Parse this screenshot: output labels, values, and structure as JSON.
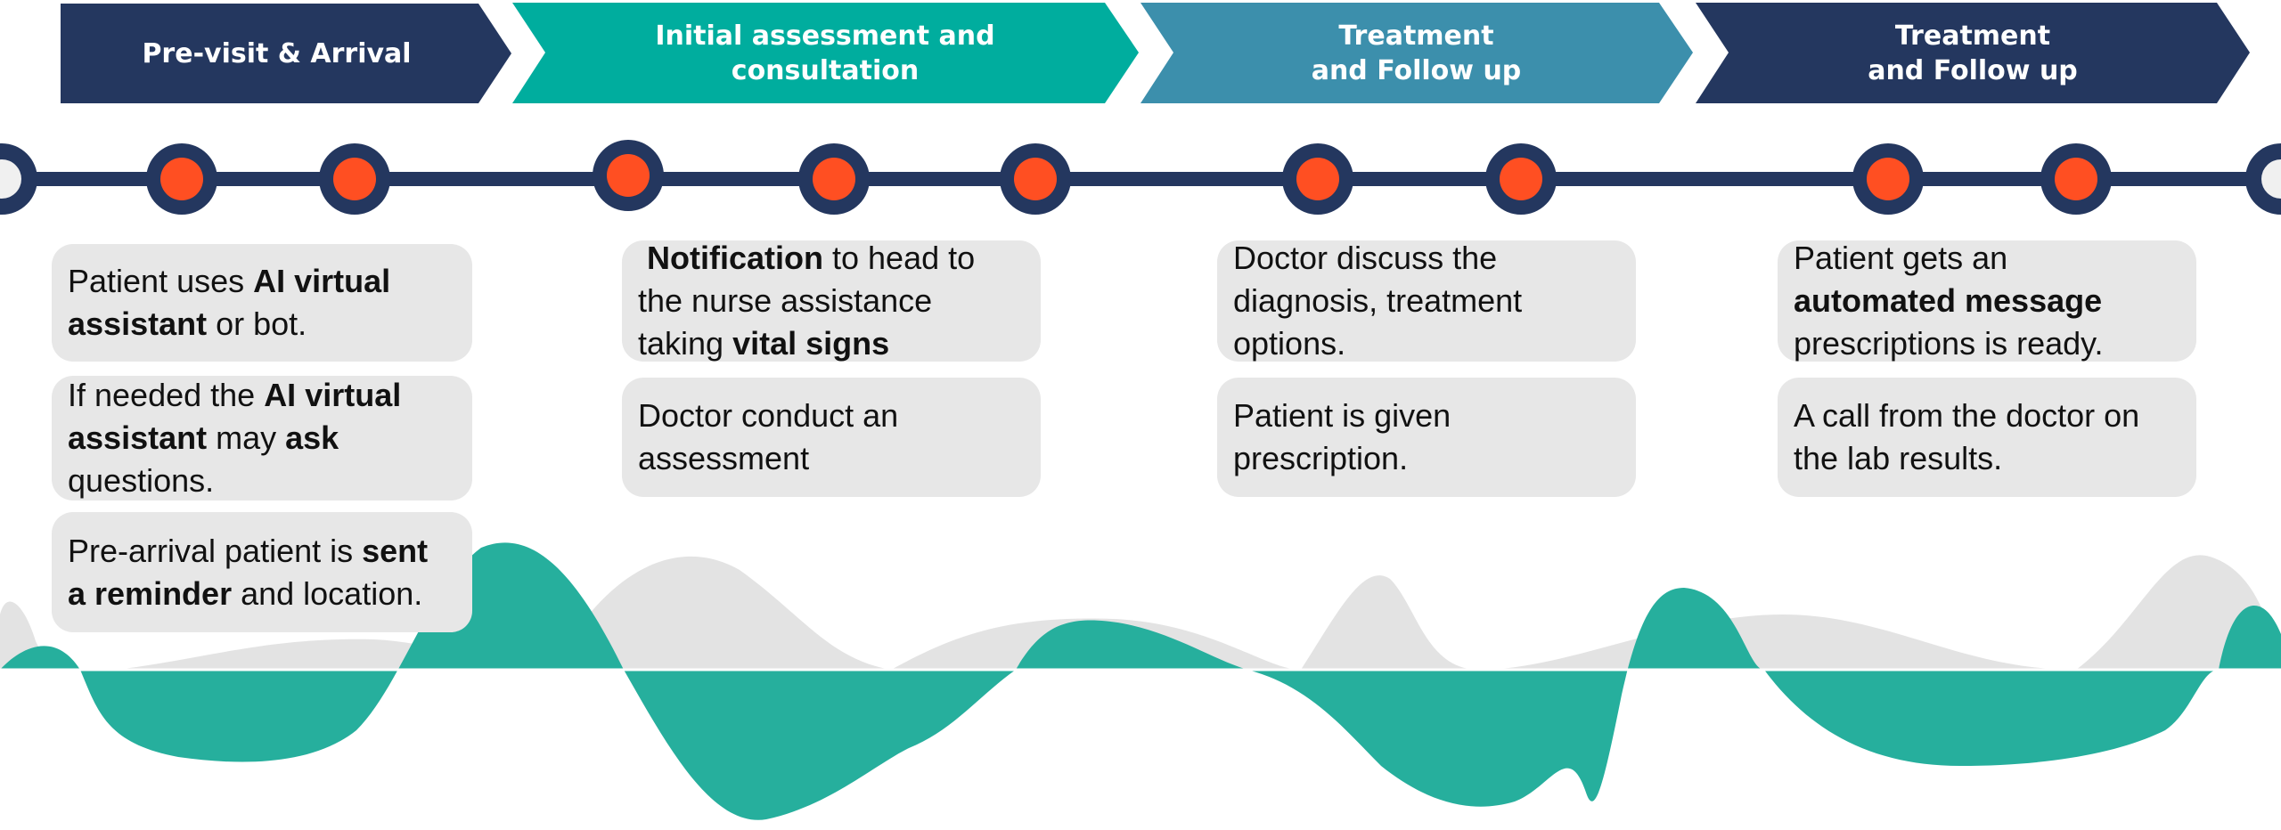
{
  "colors": {
    "navy": "#24375f",
    "teal": "#00ad9e",
    "blue": "#3c8fac",
    "dot": "#ff4f22",
    "card": "#e7e7e7",
    "wave_teal": "#22ad9b",
    "wave_gray": "#e3e3e3"
  },
  "stages": [
    {
      "line1": "Pre-visit & Arrival",
      "line2": ""
    },
    {
      "line1": "Initial assessment and",
      "line2": "consultation"
    },
    {
      "line1": "Treatment",
      "line2": "and Follow up"
    },
    {
      "line1": "Treatment",
      "line2": "and Follow up"
    }
  ],
  "cards": {
    "c1": {
      "a": "Patient uses ",
      "b": "AI virtual",
      "c": "assistant",
      "d": " or bot."
    },
    "c2": {
      "a": "If needed the ",
      "b": "AI virtual",
      "c": "assistant",
      "d": " may ",
      "e": "ask",
      "f": "questions."
    },
    "c3": {
      "a": "Pre-arrival patient is ",
      "b": "sent",
      "c": "a reminder",
      "d": " and location."
    },
    "c4": {
      "a": "Notification",
      "b": " to head to",
      "c": "the nurse assistance",
      "d": "taking ",
      "e": "vital signs"
    },
    "c5": {
      "a": "Doctor conduct an",
      "b": "assessment"
    },
    "c6": {
      "a": "Doctor discuss the",
      "b": "diagnosis, treatment",
      "c": "options."
    },
    "c7": {
      "a": "Patient is given",
      "b": "prescription."
    },
    "c8": {
      "a": "Patient gets  an",
      "b": "automated message",
      "c": "prescriptions is ready."
    },
    "c9": {
      "a": "A call from the doctor on",
      "b": "the lab results."
    }
  }
}
